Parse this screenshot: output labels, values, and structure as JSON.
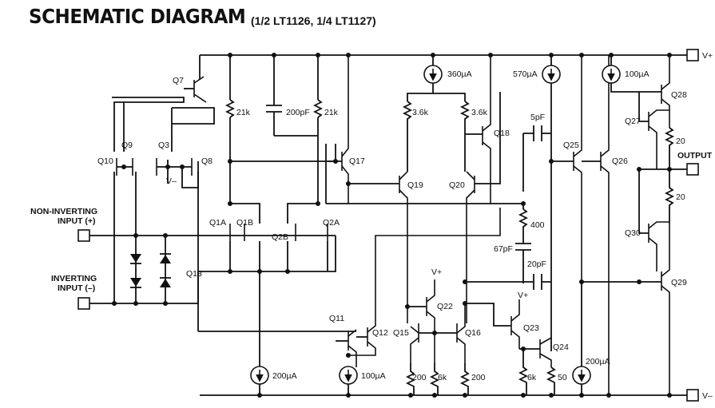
{
  "title": "SCHEMATIC DIAGRAM",
  "subtitle": "(1/2 LT1126, 1/4 LT1127)",
  "terminals": {
    "vplus": "V+",
    "vminus": "V–",
    "output": "OUTPUT"
  },
  "inputs": {
    "noninv_1": "NON-INVERTING",
    "noninv_2": "INPUT (+)",
    "inv_1": "INVERTING",
    "inv_2": "INPUT (–)"
  },
  "transistors": {
    "q7": "Q7",
    "q9": "Q9",
    "q10": "Q10",
    "q3": "Q3",
    "q8": "Q8",
    "q1a": "Q1A",
    "q1b": "Q1B",
    "q2a": "Q2A",
    "q2b": "Q2B",
    "q13": "Q13",
    "q17": "Q17",
    "q19": "Q19",
    "q20": "Q20",
    "q18": "Q18",
    "q25": "Q25",
    "q26": "Q26",
    "q27": "Q27",
    "q28": "Q28",
    "q30": "Q30",
    "q29": "Q29",
    "q11": "Q11",
    "q12": "Q12",
    "q15": "Q15",
    "q16": "Q16",
    "q22": "Q22",
    "q23": "Q23",
    "q24": "Q24"
  },
  "components": {
    "r21k_a": "21k",
    "r21k_b": "21k",
    "c200p": "200pF",
    "r36k_a": "3.6k",
    "r36k_b": "3.6k",
    "c5p": "5pF",
    "r400": "400",
    "c67p": "67pF",
    "c20p": "20pF",
    "r20_a": "20",
    "r20_b": "20",
    "r200_a": "200",
    "r6k_a": "6k",
    "r200_b": "200",
    "r6k_b": "6k",
    "r50": "50"
  },
  "sources": {
    "i360": "360µA",
    "i570": "570µA",
    "i100_top": "100µA",
    "i200_a": "200µA",
    "i100_bot": "100µA",
    "i200_b": "200µA"
  },
  "supply_marks": {
    "vminus_q3": "V–",
    "vplus_q22": "V+",
    "vplus_q23": "V+"
  }
}
